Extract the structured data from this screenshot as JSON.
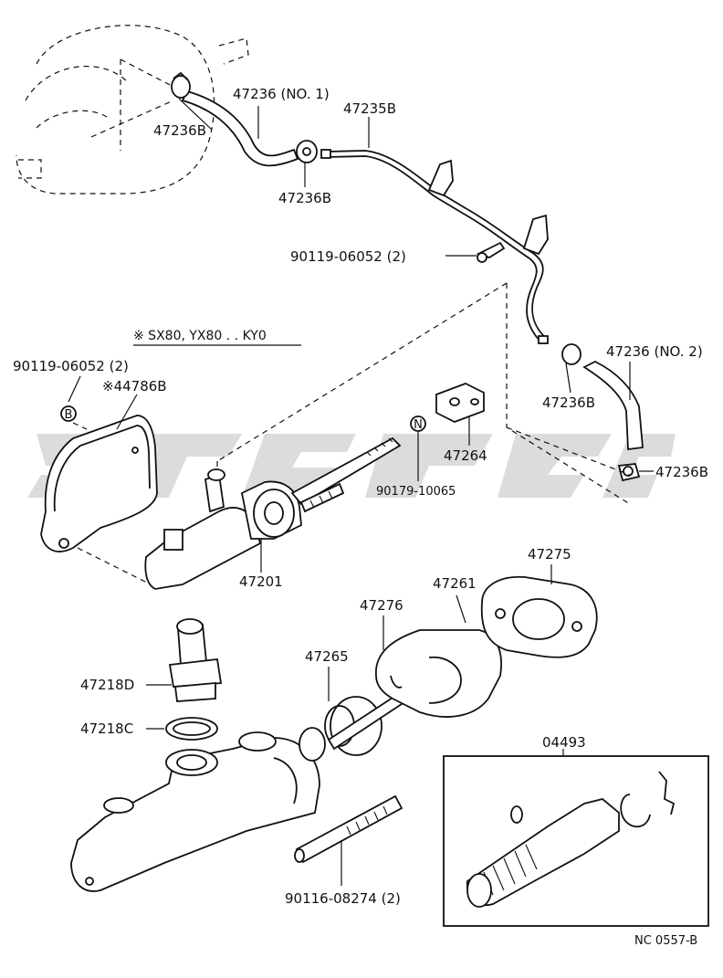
{
  "diagram": {
    "labels": {
      "hose_no1": "47236 (NO. 1)",
      "clamp_left": "47236B",
      "clamp_mid": "47236B",
      "tube": "47235B",
      "bolt_tube": "90119-06052 (2)",
      "note_models": "※ SX80, YX80 . . KY0",
      "bolt_cover": "90119-06052 (2)",
      "cover": "※44786B",
      "clevis": "47264",
      "nut": "90179-10065",
      "hose_no2": "47236 (NO. 2)",
      "clamp_lower": "47236B",
      "clamp_right": "47236B",
      "master_cyl": "47201",
      "boot_plate": "47275",
      "reservoir_union": "47218D",
      "union_gasket": "47218C",
      "push_rod": "47261",
      "boot": "47276",
      "seal": "47265",
      "stud": "90116-08274 (2)",
      "kit": "04493",
      "code": "NC  0557-B"
    },
    "markers": {
      "b": "B",
      "n": "N"
    }
  }
}
